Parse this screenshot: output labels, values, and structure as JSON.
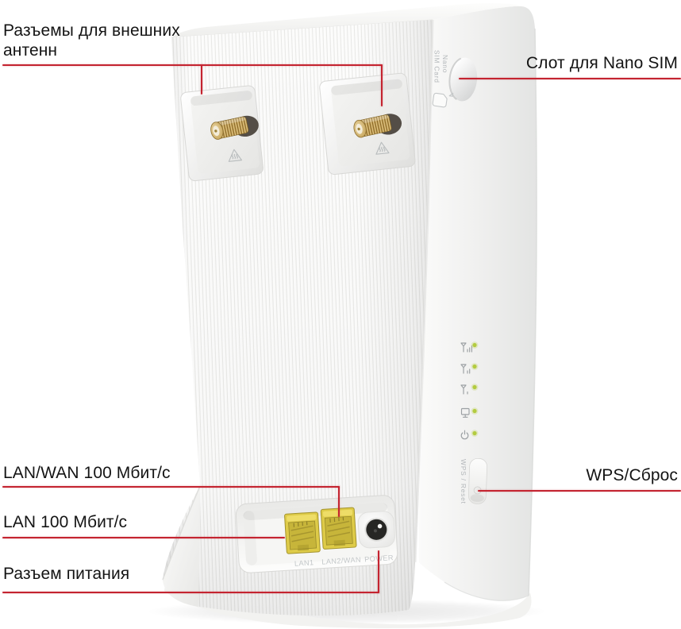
{
  "annotations": {
    "antenna_label": "Разъемы для внешних антенн",
    "sim_label": "Слот для Nano SIM",
    "lan_wan_label": "LAN/WAN 100 Мбит/с",
    "lan_label": "LAN 100 Мбит/с",
    "power_label": "Разъем питания",
    "wps_label": "WPS/Сброс"
  },
  "device": {
    "sim_slot_line1": "Nano",
    "sim_slot_line2": "SIM Card",
    "wps_button_text": "WPS / Reset",
    "port_lan1": "LAN1",
    "port_lan2_wan": "LAN2/WAN",
    "port_power": "POWER",
    "leds": [
      {
        "icon": "signal-strength-3-icon"
      },
      {
        "icon": "signal-strength-2-icon"
      },
      {
        "icon": "signal-strength-1-icon"
      },
      {
        "icon": "lan-icon"
      },
      {
        "icon": "power-icon"
      }
    ]
  },
  "colors": {
    "annotation_red": "#c42430",
    "label_text": "#141414",
    "led_green": "#b3cb40",
    "port_yellow": "#decb48",
    "connector_gold": "#c7a254",
    "body_white": "#fbfbfa"
  }
}
